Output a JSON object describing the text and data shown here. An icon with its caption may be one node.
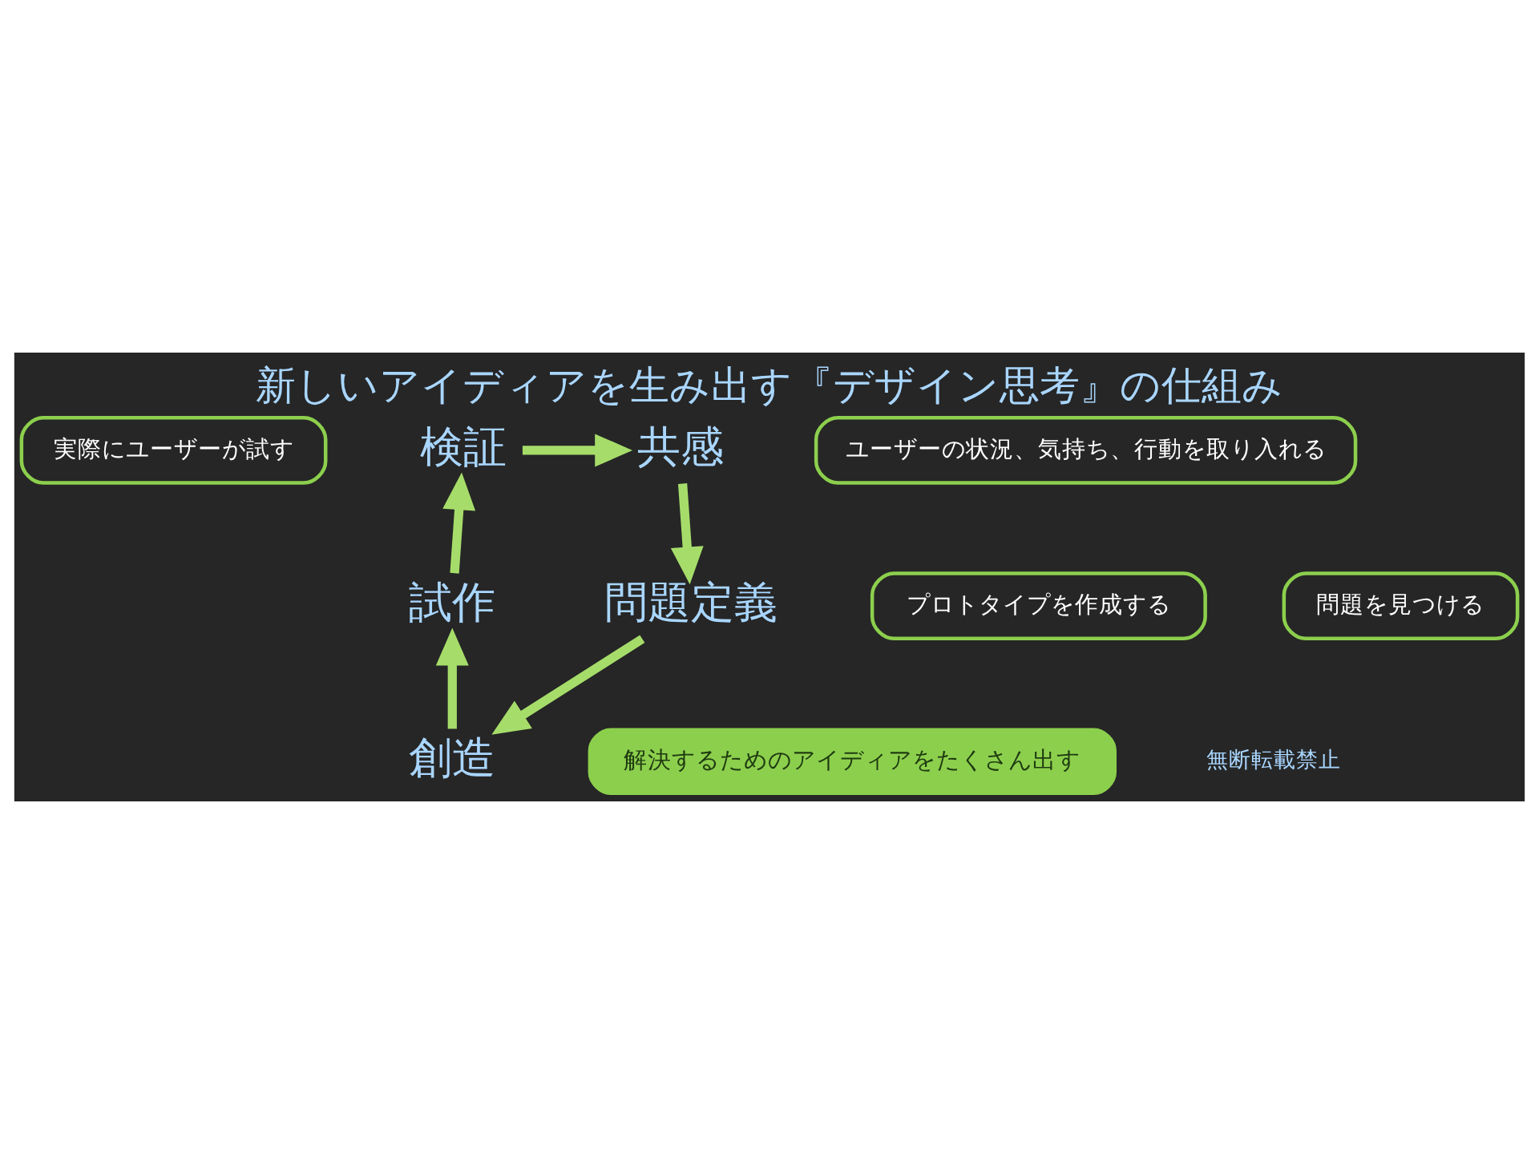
{
  "diagram": {
    "title": "新しいアイディアを生み出す『デザイン思考』の仕組み",
    "nodes": [
      {
        "text": [
          "実際にユーザーが試す"
        ]
      },
      {
        "text": [
          "検証"
        ]
      },
      {
        "text": [
          "共感"
        ]
      },
      {
        "text": [
          "ユーザーの状況、気持ち、行動を取り入れる"
        ]
      },
      {
        "text": [
          "問題を見つける"
        ]
      },
      {
        "text": [
          "問題定義"
        ]
      },
      {
        "text": [
          "試作"
        ]
      },
      {
        "text": [
          "プロトタイプを作成する"
        ]
      },
      {
        "text": [
          "創造"
        ]
      },
      {
        "text": [
          "解決するためのアイディアをたくさん出す"
        ]
      }
    ],
    "edges": [
      {
        "from": 1,
        "to": 2,
        "arrow": "to"
      },
      {
        "from": 2,
        "to": 5,
        "arrow": "to"
      },
      {
        "from": 5,
        "to": 8,
        "arrow": "to"
      },
      {
        "from": 8,
        "to": 6,
        "arrow": "to"
      },
      {
        "from": 6,
        "to": 1,
        "arrow": "to"
      }
    ],
    "labels": [
      "無断転載禁止"
    ]
  }
}
